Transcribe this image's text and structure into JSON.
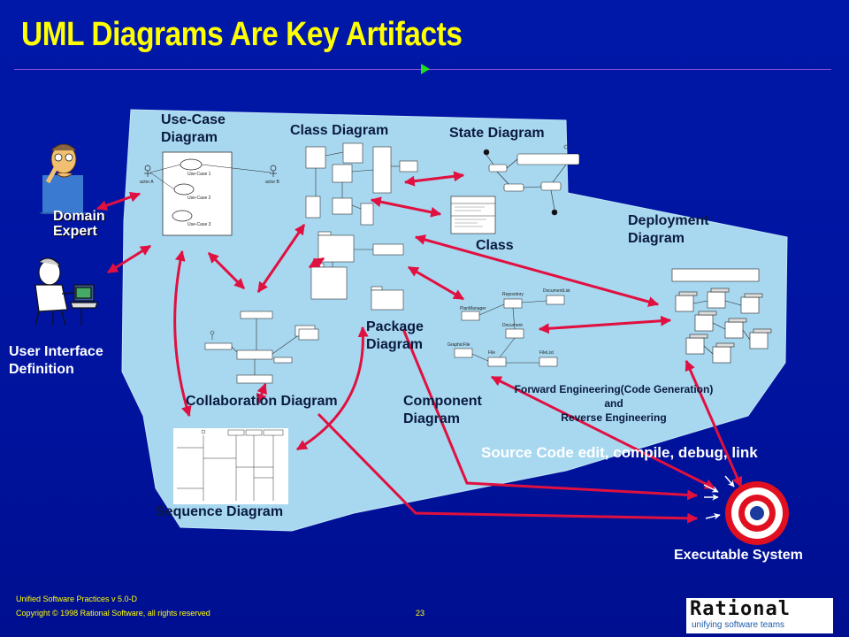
{
  "title": "UML Diagrams Are Key Artifacts",
  "actors": {
    "domain_expert": "Domain Expert",
    "ui_definition": "User Interface Definition"
  },
  "diagrams": {
    "use_case": "Use-Case Diagram",
    "class": "Class Diagram",
    "state": "State Diagram",
    "deployment": "Deployment Diagram",
    "class_label": "Class",
    "package": "Package Diagram",
    "collaboration": "Collaboration Diagram",
    "component": "Component Diagram",
    "sequence": "Sequence Diagram"
  },
  "engineering": {
    "line1": "Forward Engineering(Code Generation)",
    "line2": "and",
    "line3": "Reverse Engineering"
  },
  "source_code": "Source Code edit, compile, debug, link",
  "executable": "Executable System",
  "usecase_mini": {
    "actor_a": "actor A",
    "actor_b": "actor B",
    "uc1": "Use-Case 1",
    "uc2": "Use-Case 2",
    "uc3": "Use-Case 3"
  },
  "component_mini": {
    "plan_manager": "PlanManager",
    "repository": "Repository",
    "document_list": "DocumentList",
    "document": "Document",
    "graphic_file": "GraphicFile",
    "file": "File",
    "file_list": "FileList"
  },
  "footer": {
    "line1": "Unified Software Practices v 5.0-D",
    "line2": "Copyright © 1998 Rational Software, all rights reserved",
    "page": "23"
  },
  "logo": {
    "word": "Rational",
    "tagline": "unifying software teams"
  },
  "colors": {
    "background": "#0014a0",
    "title": "#ffff00",
    "panel": "#a8d8f0",
    "arrow": "#e01040",
    "target_red": "#e01020"
  }
}
